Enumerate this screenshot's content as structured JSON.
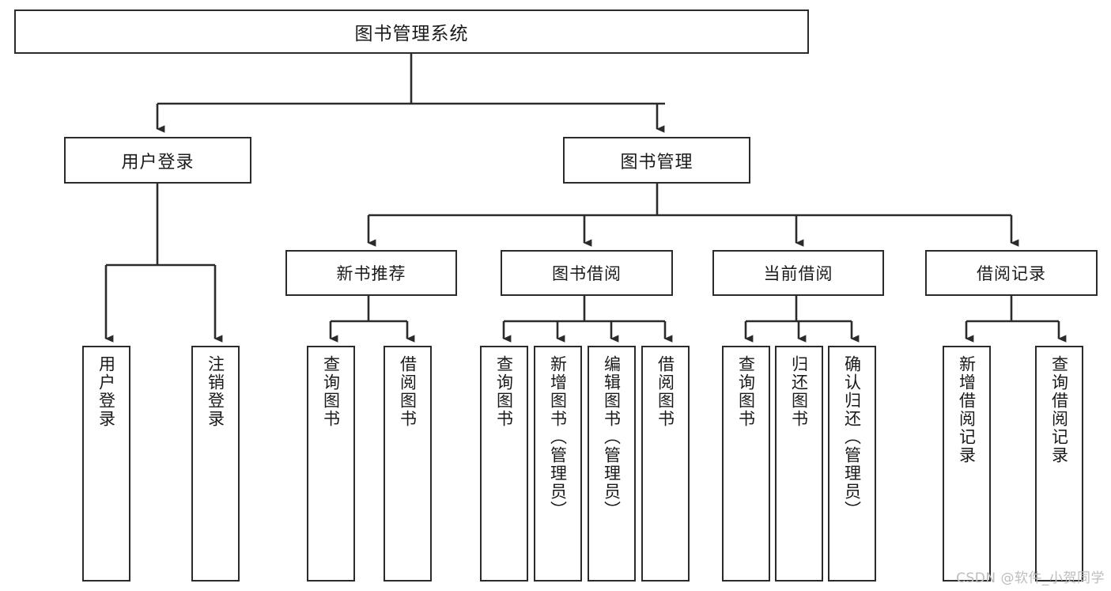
{
  "diagram": {
    "title": "图书管理系统",
    "type": "tree-hierarchy-diagram",
    "line_color": "#2b2b2b",
    "box_fill": "#ffffff",
    "background": "#ffffff",
    "root": {
      "label": "图书管理系统"
    },
    "level1": [
      {
        "label": "用户登录"
      },
      {
        "label": "图书管理"
      }
    ],
    "level2": [
      {
        "label": "新书推荐"
      },
      {
        "label": "图书借阅"
      },
      {
        "label": "当前借阅"
      },
      {
        "label": "借阅记录"
      }
    ],
    "leaves": {
      "user_login": [
        {
          "label": "用户登录"
        },
        {
          "label": "注销登录"
        }
      ],
      "new_book_recommend": [
        {
          "label": "查询图书"
        },
        {
          "label": "借阅图书"
        }
      ],
      "book_borrow": [
        {
          "label": "查询图书"
        },
        {
          "label": "新增图书（管理员）"
        },
        {
          "label": "编辑图书（管理员）"
        },
        {
          "label": "借阅图书"
        }
      ],
      "current_borrow": [
        {
          "label": "查询图书"
        },
        {
          "label": "归还图书"
        },
        {
          "label": "确认归还（管理员）"
        }
      ],
      "borrow_record": [
        {
          "label": "新增借阅记录"
        },
        {
          "label": "查询借阅记录"
        }
      ]
    }
  },
  "watermark": {
    "text": "CSDN @软件_小贺同学",
    "color": "#bdbdbd"
  }
}
